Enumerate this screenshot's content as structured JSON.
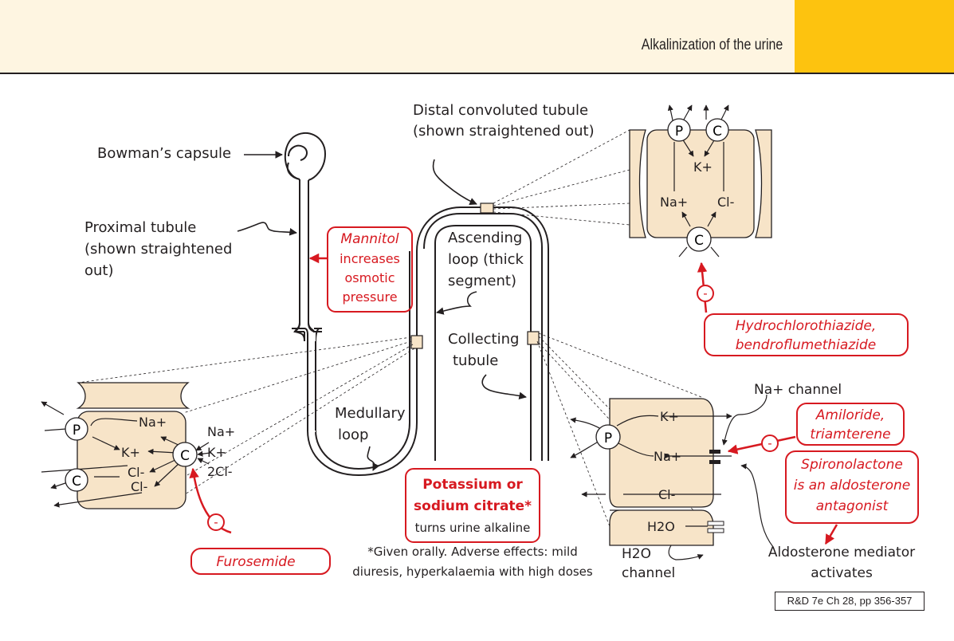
{
  "header": {
    "title": "Alkalinization of the urine"
  },
  "reference": "R&D 7e Ch 28, pp 356-357",
  "nephron_labels": {
    "bowmans_capsule": "Bowman’s capsule",
    "proximal_line1": "Proximal  tubule",
    "proximal_line2": "(shown straightened",
    "proximal_line3": "out)",
    "distal_line1": "Distal convoluted tubule",
    "distal_line2": "(shown straightened out)",
    "ascending_line1": "Ascending",
    "ascending_line2": "loop (thick",
    "ascending_line3": "segment)",
    "collecting_line1": "Collecting",
    "collecting_line2": "tubule",
    "medullary_line1": "Medullary",
    "medullary_line2": "loop"
  },
  "mannitol": {
    "name": "Mannitol",
    "line1": "increases",
    "line2": "osmotic",
    "line3": "pressure"
  },
  "citrate": {
    "line1": "Potassium or",
    "line2": "sodium citrate*",
    "line3": "turns urine alkaline",
    "footnote1": "*Given orally. Adverse effects: mild",
    "footnote2": "diuresis, hyperkalaemia with high doses"
  },
  "loop_cell": {
    "pump_label": "P",
    "cotransporter_label": "C",
    "channel_label": "C",
    "na_left": "Na+",
    "k_left": "K+",
    "cl_left1": "Cl-",
    "cl_left2": "Cl-",
    "na_right": "Na+",
    "k_right": "K+",
    "cl_right": "2Cl-",
    "inhibit_sign": "-",
    "drug": "Furosemide"
  },
  "distal_cell": {
    "pump_label": "P",
    "channel_label": "C",
    "cotransporter_label": "C",
    "k": "K+",
    "na": "Na+",
    "cl": "Cl-",
    "inhibit_sign": "-",
    "drug_line1": "Hydrochlorothiazide,",
    "drug_line2": "bendroflumethiazide"
  },
  "collecting_cell": {
    "pump_label": "P",
    "k": "K+",
    "na": "Na+",
    "cl": "Cl-",
    "h2o": "H2O",
    "na_channel": "Na+ channel",
    "h2o_channel_line1": "H2O",
    "h2o_channel_line2": "channel",
    "amiloride_line1": "Amiloride,",
    "amiloride_line2": "triamterene",
    "inhibit_sign": "-",
    "spiro_line1": "Spironolactone",
    "spiro_line2": "is an aldosterone",
    "spiro_line3": "antagonist",
    "aldo_line1": "Aldosterone mediator",
    "aldo_line2": "activates"
  },
  "colors": {
    "drug_red": "#d71920",
    "cell_fill": "#f7e4c8",
    "header_band": "#fef5e1",
    "header_accent": "#fdc30f",
    "ink": "#231f20"
  }
}
